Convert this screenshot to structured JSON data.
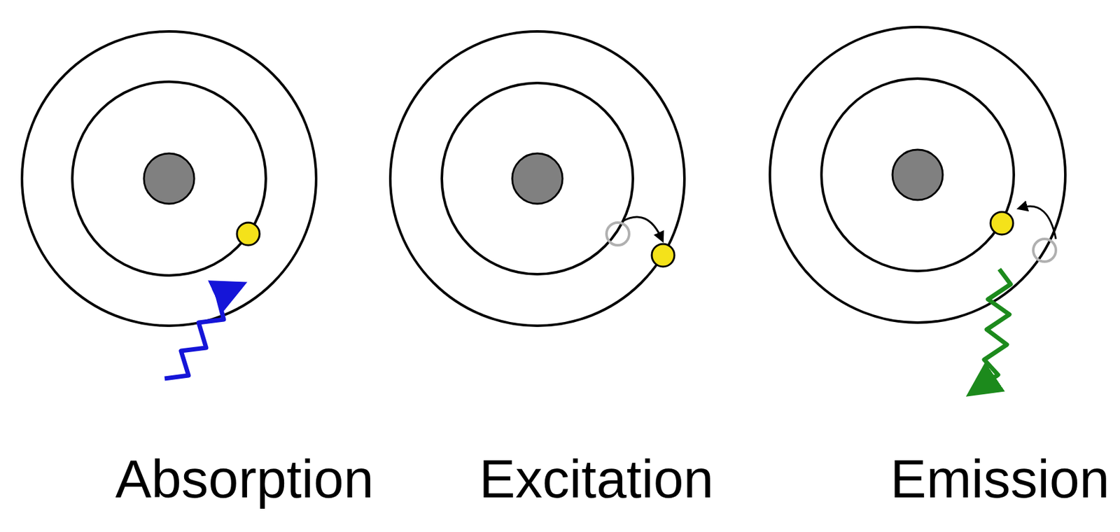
{
  "diagram": {
    "labels": [
      "Absorption",
      "Excitation",
      "Emission"
    ]
  }
}
